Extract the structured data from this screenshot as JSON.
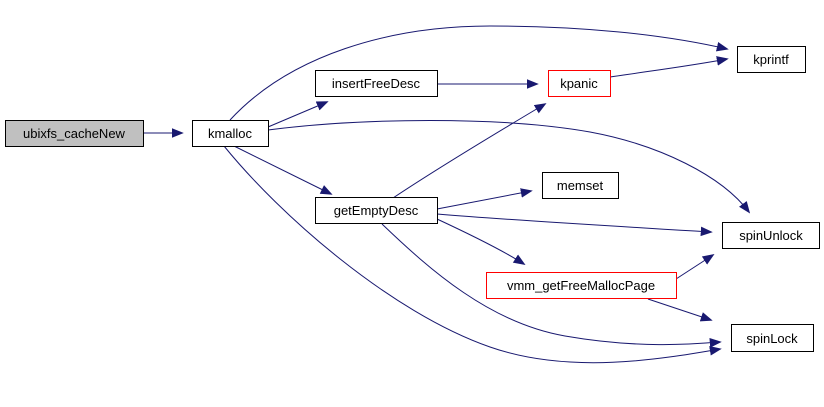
{
  "diagram_type": "call-graph",
  "colors": {
    "edge": "#191970",
    "node_border": "#000000",
    "node_fill": "#ffffff",
    "root_node_fill": "#c0c0c0",
    "truncated_node_border": "#ff0000",
    "label_text": "#000000",
    "background": "#ffffff"
  },
  "nodes": [
    {
      "id": "ubixfs_cacheNew",
      "label": "ubixfs_cacheNew",
      "style": "root"
    },
    {
      "id": "kmalloc",
      "label": "kmalloc",
      "style": "normal"
    },
    {
      "id": "insertFreeDesc",
      "label": "insertFreeDesc",
      "style": "normal"
    },
    {
      "id": "kpanic",
      "label": "kpanic",
      "style": "truncated"
    },
    {
      "id": "kprintf",
      "label": "kprintf",
      "style": "normal"
    },
    {
      "id": "getEmptyDesc",
      "label": "getEmptyDesc",
      "style": "normal"
    },
    {
      "id": "memset",
      "label": "memset",
      "style": "normal"
    },
    {
      "id": "spinUnlock",
      "label": "spinUnlock",
      "style": "normal"
    },
    {
      "id": "vmm_getFreeMallocPage",
      "label": "vmm_getFreeMallocPage",
      "style": "truncated"
    },
    {
      "id": "spinLock",
      "label": "spinLock",
      "style": "normal"
    }
  ],
  "edges": [
    {
      "from": "ubixfs_cacheNew",
      "to": "kmalloc"
    },
    {
      "from": "kmalloc",
      "to": "kprintf"
    },
    {
      "from": "kmalloc",
      "to": "insertFreeDesc"
    },
    {
      "from": "kmalloc",
      "to": "getEmptyDesc"
    },
    {
      "from": "kmalloc",
      "to": "spinUnlock"
    },
    {
      "from": "kmalloc",
      "to": "spinLock"
    },
    {
      "from": "insertFreeDesc",
      "to": "kpanic"
    },
    {
      "from": "kpanic",
      "to": "kprintf"
    },
    {
      "from": "getEmptyDesc",
      "to": "kpanic"
    },
    {
      "from": "getEmptyDesc",
      "to": "memset"
    },
    {
      "from": "getEmptyDesc",
      "to": "spinUnlock"
    },
    {
      "from": "getEmptyDesc",
      "to": "vmm_getFreeMallocPage"
    },
    {
      "from": "getEmptyDesc",
      "to": "spinLock"
    },
    {
      "from": "vmm_getFreeMallocPage",
      "to": "spinUnlock"
    },
    {
      "from": "vmm_getFreeMallocPage",
      "to": "spinLock"
    }
  ]
}
